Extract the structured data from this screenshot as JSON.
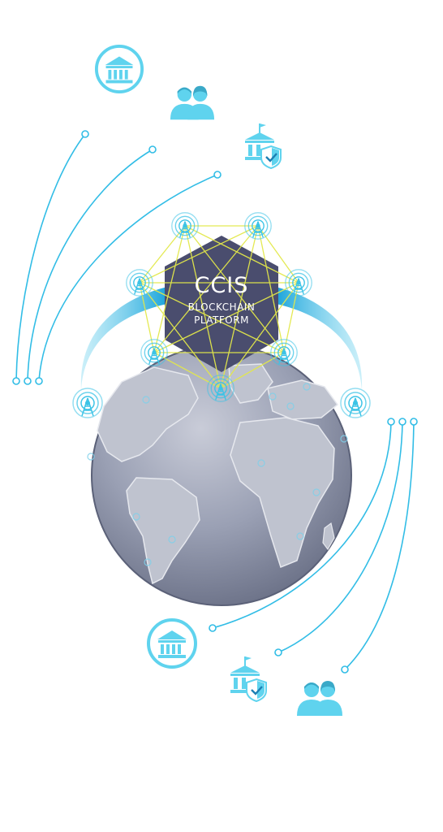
{
  "hub": {
    "title": "CCIS",
    "subtitle_line1": "BLOCKCHAIN",
    "subtitle_line2": "PLATFORM"
  },
  "icons": {
    "bank": "bank-icon",
    "users": "users-icon",
    "government": "government-building-icon",
    "shield": "shield-check-icon",
    "tower": "radio-tower-icon"
  },
  "colors": {
    "accent": "#2bbfe3",
    "icon_fill": "#5fd3ee",
    "hex_fill": "#4a4d6e",
    "mesh": "#e3e84a",
    "globe_ocean": "#8d93a8",
    "globe_land": "#b9bdca"
  }
}
